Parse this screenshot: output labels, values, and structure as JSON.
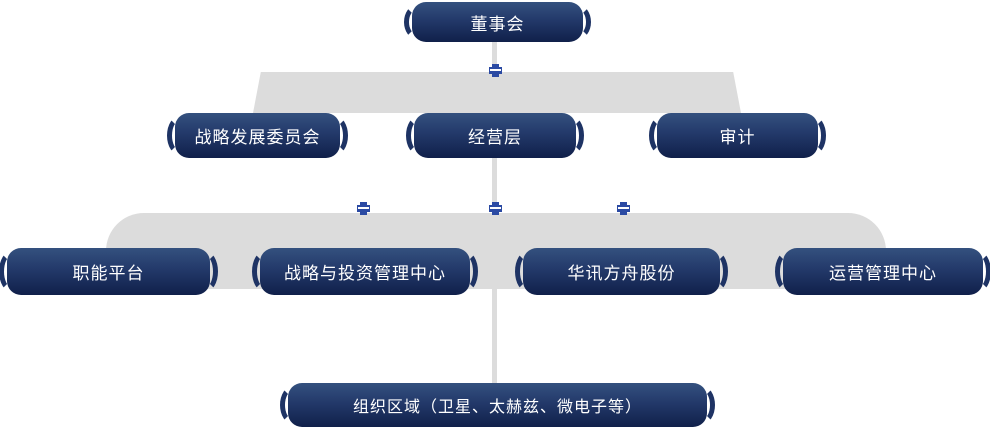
{
  "diagram_type": "org-chart",
  "org": {
    "board": "董事会",
    "level2": [
      "战略发展委员会",
      "经营层",
      "审计"
    ],
    "level3": [
      "职能平台",
      "战略与投资管理中心",
      "华讯方舟股份",
      "运营管理中心"
    ],
    "bottom": "组织区域（卫星、太赫兹、微电子等）"
  },
  "icons": {
    "connector_marker": "cross-icon"
  },
  "colors": {
    "node_gradient_top": "#34517f",
    "node_gradient_bottom": "#10204a",
    "node_crescent": "#1e3364",
    "band_gray": "#dcdcdc",
    "line_gray": "#dcdcdc",
    "marker_blue": "#2b4aa3",
    "text": "#ffffff",
    "background": "#ffffff"
  }
}
